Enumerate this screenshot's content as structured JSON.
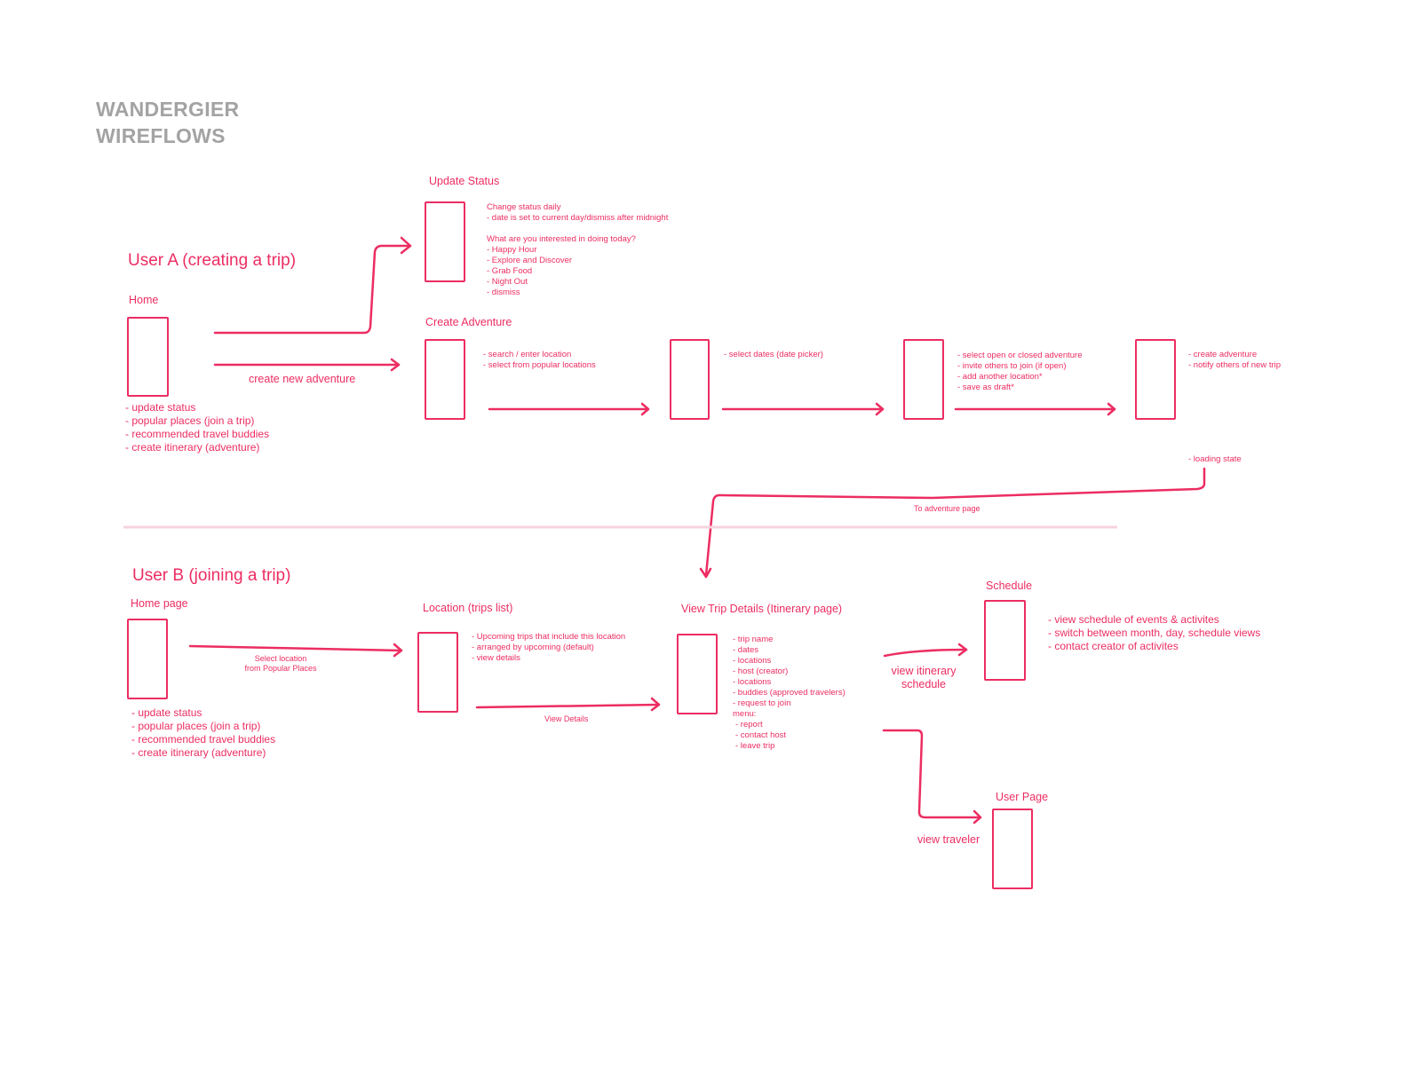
{
  "title": {
    "line1": "WANDERGIER",
    "line2": "WIREFLOWS"
  },
  "accent_color": "#ec2d62",
  "title_color": "#a3a3a3",
  "divider_color": "#f6d3dd",
  "user_a": {
    "heading": "User A (creating a trip)",
    "home": {
      "label": "Home",
      "items": [
        "- update status",
        "- popular places (join a trip)",
        "- recommended travel buddies",
        "- create itinerary (adventure)"
      ]
    },
    "update_status": {
      "label": "Update Status",
      "notes": [
        "Change status daily",
        "- date is set to current day/dismiss after midnight",
        "",
        "What are you interested in doing today?",
        "- Happy Hour",
        "- Explore and Discover",
        "- Grab Food",
        "- Night Out",
        "- dismiss"
      ]
    },
    "create_adventure": {
      "label": "Create Adventure",
      "notes": [
        "- search / enter location",
        "- select from popular locations"
      ]
    },
    "edge_create_new": "create new adventure",
    "dates_step": {
      "notes": [
        "- select dates (date picker)"
      ]
    },
    "options_step": {
      "notes": [
        "- select open or closed adventure",
        "- invite others to join (if open)",
        "- add another location*",
        "- save as draft*"
      ]
    },
    "final_step": {
      "notes": [
        "- create adventure",
        "- notify others of new trip"
      ],
      "loading": "- loading state"
    },
    "edge_to_adventure": "To adventure page"
  },
  "user_b": {
    "heading": "User B (joining a trip)",
    "home": {
      "label": "Home page",
      "items": [
        "- update status",
        "- popular places (join a trip)",
        "- recommended travel buddies",
        "- create itinerary (adventure)"
      ]
    },
    "edge_select_location": [
      "Select location",
      "from Popular Places"
    ],
    "location": {
      "label": "Location (trips list)",
      "notes": [
        "- Upcoming trips that include this location",
        "- arranged by upcoming (default)",
        "- view details"
      ]
    },
    "edge_view_details": "View Details",
    "trip_details": {
      "label": "View Trip Details (Itinerary page)",
      "notes": [
        "- trip name",
        "- dates",
        "- locations",
        "- host (creator)",
        "- locations",
        "- buddies (approved travelers)",
        "- request to join",
        "menu:",
        " - report",
        " - contact host",
        " - leave trip"
      ]
    },
    "edge_view_itinerary": [
      "view itinerary",
      "schedule"
    ],
    "schedule": {
      "label": "Schedule",
      "items": [
        "- view schedule of events & activites",
        "- switch between month, day, schedule views",
        "- contact creator of activites"
      ]
    },
    "edge_view_traveler": "view traveler",
    "user_page": {
      "label": "User Page"
    }
  }
}
